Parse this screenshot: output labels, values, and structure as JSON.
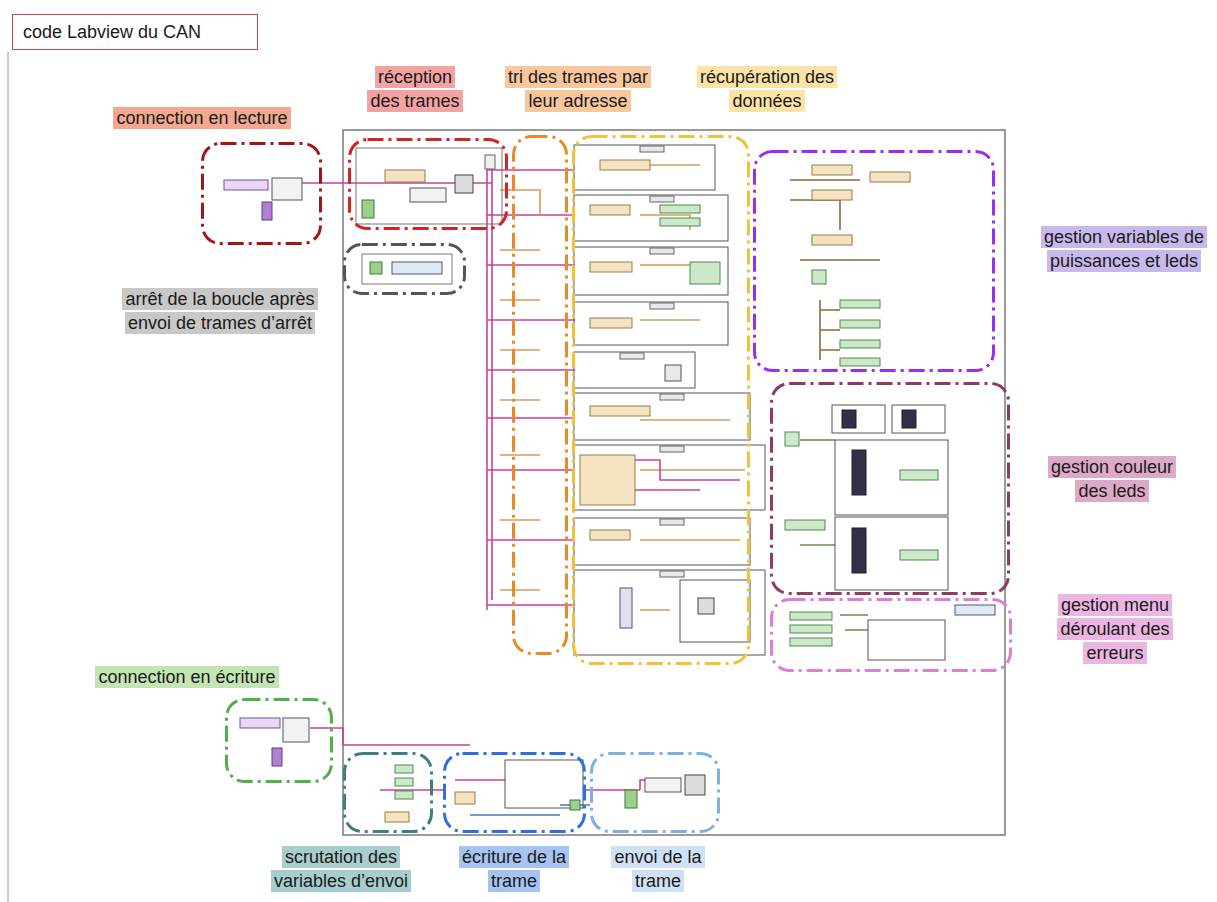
{
  "diagram": {
    "nodes": [
      {
        "text": [
          "code Labview du CAN"
        ]
      },
      {
        "text": [
          "connection en lecture"
        ]
      },
      {
        "text": [
          "réception des trames"
        ]
      },
      {
        "text": [
          "arrêt de la boucle après envoi de trames d’arrêt"
        ]
      },
      {
        "text": [
          "tri des trames par leur adresse"
        ]
      },
      {
        "text": [
          "récupération des données"
        ]
      },
      {
        "text": [
          "gestion variables de puissances et leds"
        ]
      },
      {
        "text": [
          "gestion couleur des leds"
        ]
      },
      {
        "text": [
          "gestion menu déroulant des erreurs"
        ]
      },
      {
        "text": [
          "connection en écriture"
        ]
      },
      {
        "text": [
          "scrutation des variables d’envoi"
        ]
      },
      {
        "text": [
          "écriture de la trame"
        ]
      },
      {
        "text": [
          "envoi de la trame"
        ]
      }
    ]
  }
}
